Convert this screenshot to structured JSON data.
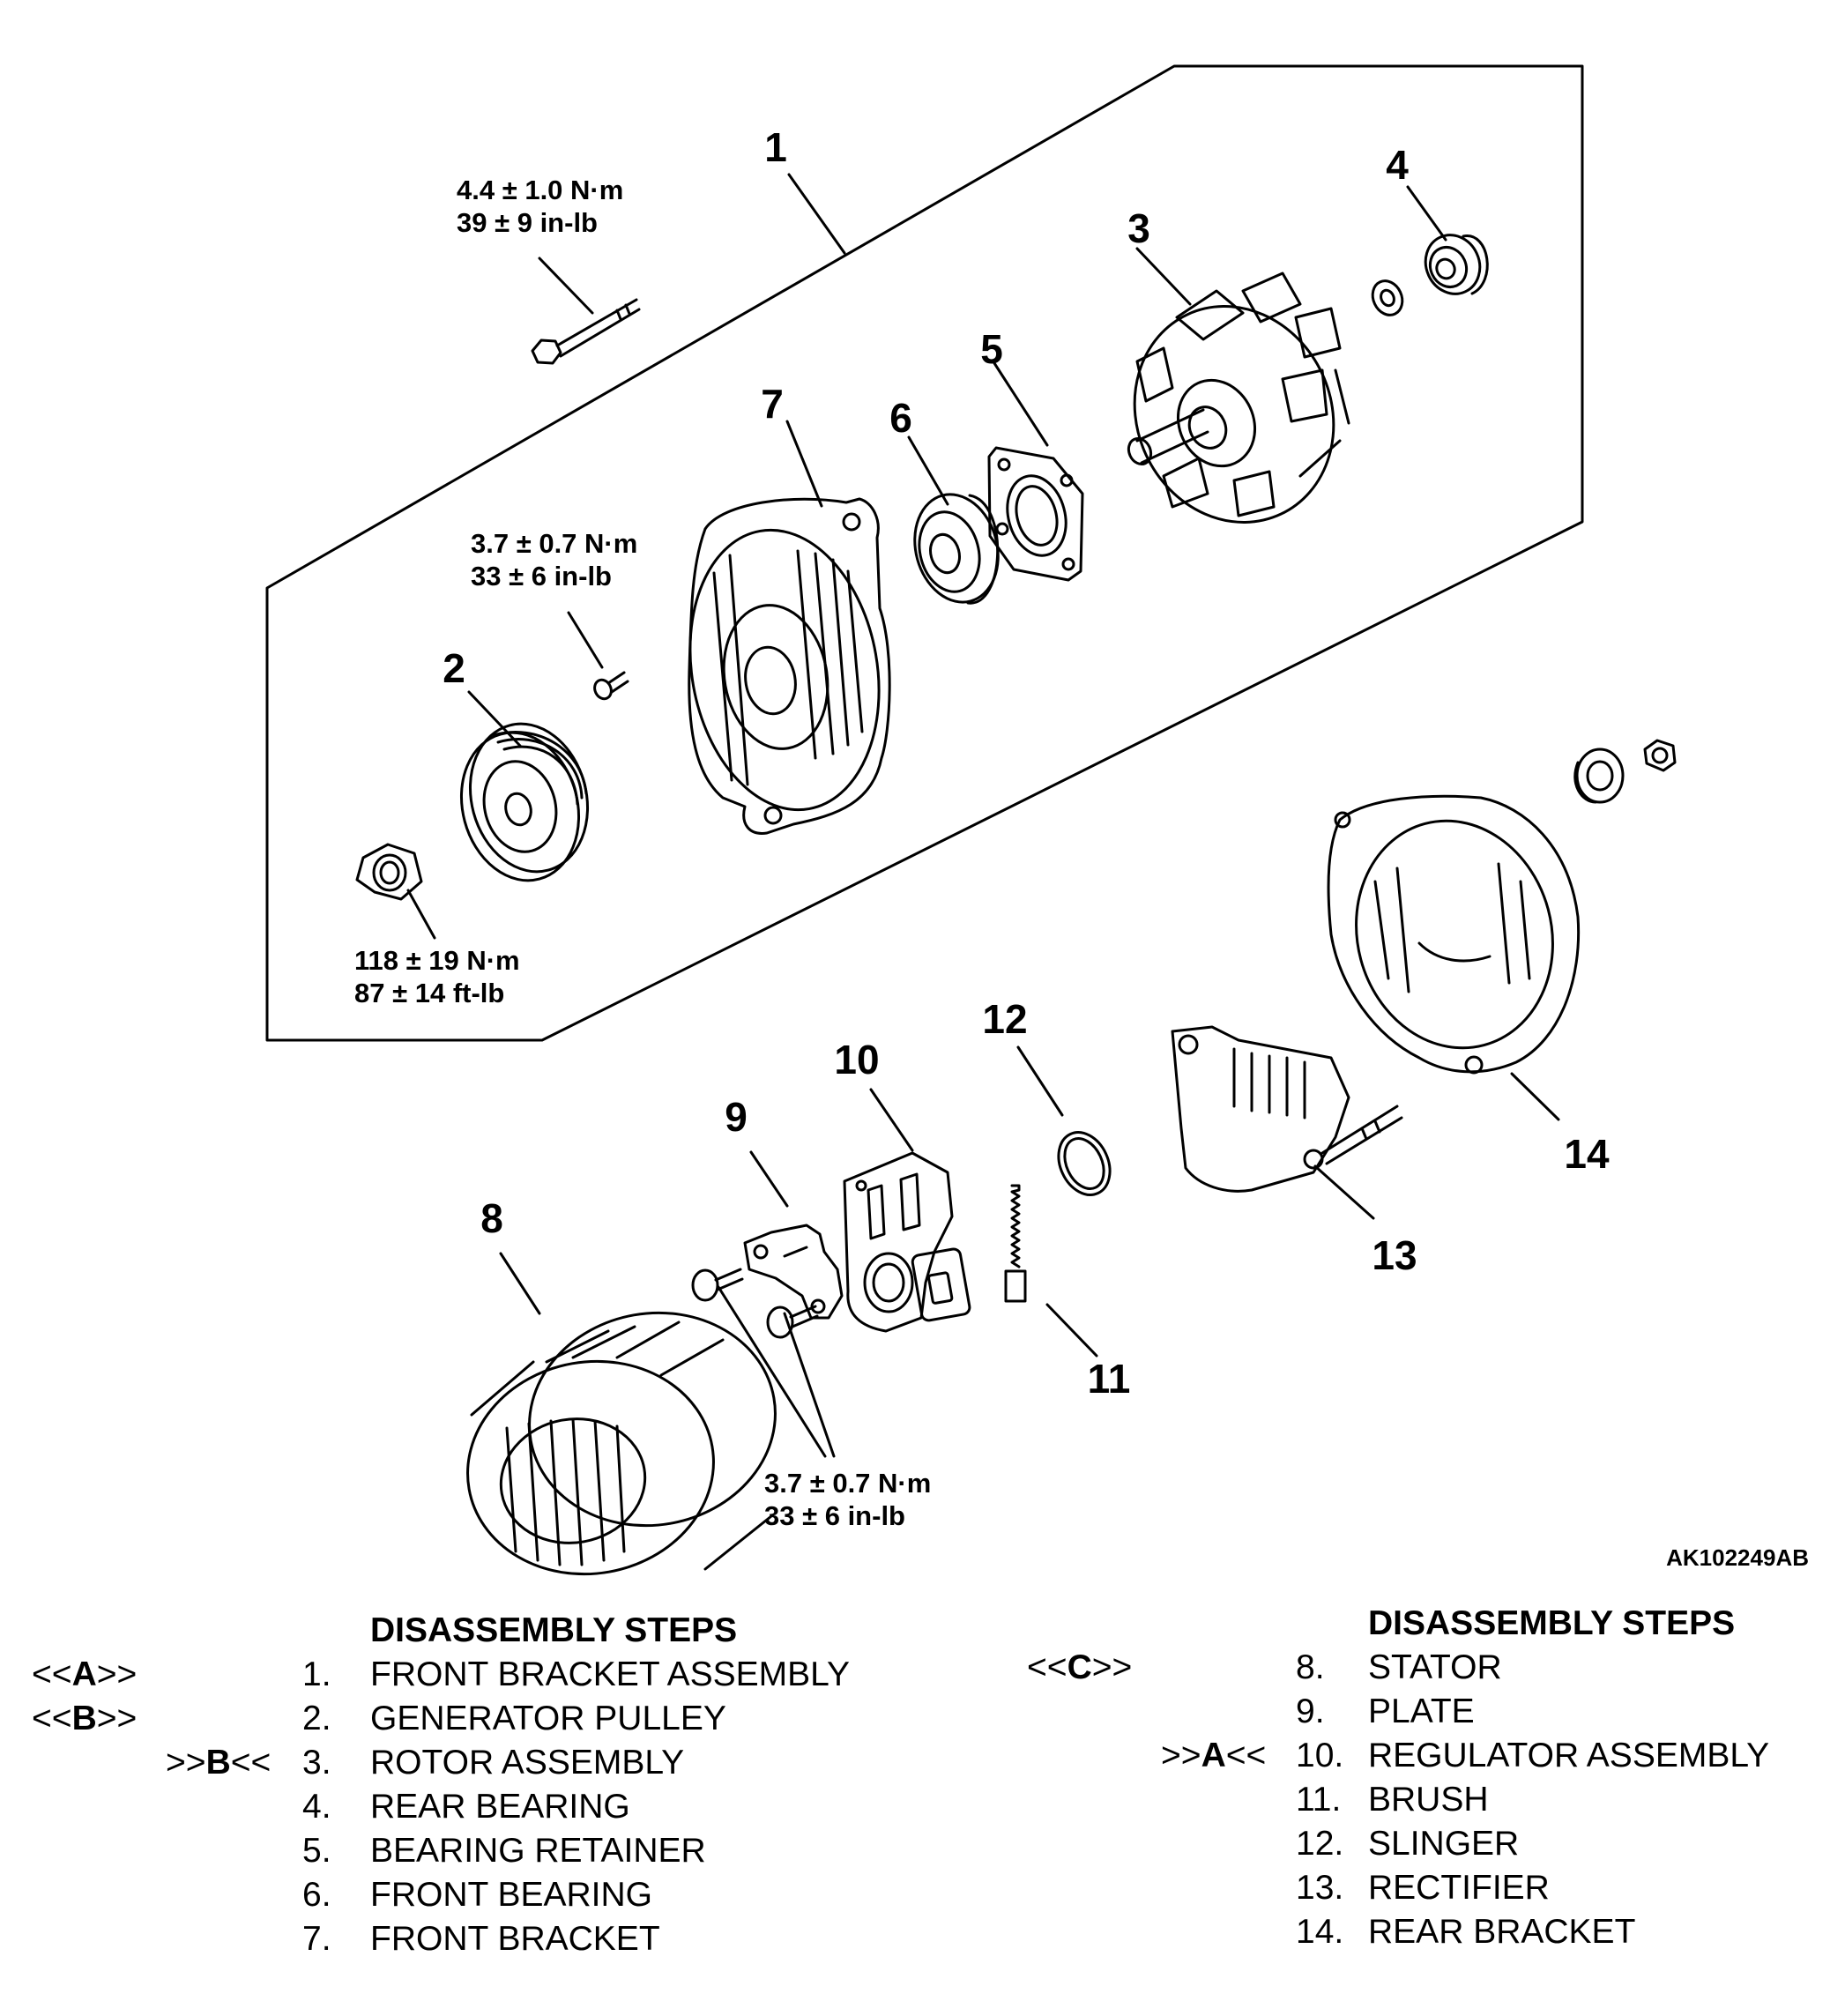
{
  "callouts": {
    "c1": "1",
    "c2": "2",
    "c3": "3",
    "c4": "4",
    "c5": "5",
    "c6": "6",
    "c7": "7",
    "c8": "8",
    "c9": "9",
    "c10": "10",
    "c11": "11",
    "c12": "12",
    "c13": "13",
    "c14": "14"
  },
  "torques": {
    "t1": {
      "nm": "4.4 ± 1.0  N·m",
      "imp": "39 ± 9 in-lb"
    },
    "t2": {
      "nm": "3.7 ± 0.7 N·m",
      "imp": "33 ± 6 in-lb"
    },
    "t3": {
      "nm": "118 ± 19 N·m",
      "imp": "87 ± 14 ft-lb"
    },
    "t4": {
      "nm": "3.7 ± 0.7 N·m",
      "imp": "33 ± 6 in-lb"
    }
  },
  "figure_id": "AK102249AB",
  "steps_left": {
    "heading": "DISASSEMBLY STEPS",
    "rows": [
      {
        "code_pre": "<<",
        "code_letter": "A",
        "code_post": ">>",
        "num": "1.",
        "label": "FRONT BRACKET ASSEMBLY"
      },
      {
        "code_pre": "<<",
        "code_letter": "B",
        "code_post": ">>",
        "num": "2.",
        "label": "GENERATOR PULLEY"
      },
      {
        "code_pre": ">>",
        "code_letter": "B",
        "code_post": "<<",
        "num": "3.",
        "label": "ROTOR ASSEMBLY"
      },
      {
        "code_pre": "",
        "code_letter": "",
        "code_post": "",
        "num": "4.",
        "label": "REAR BEARING"
      },
      {
        "code_pre": "",
        "code_letter": "",
        "code_post": "",
        "num": "5.",
        "label": "BEARING RETAINER"
      },
      {
        "code_pre": "",
        "code_letter": "",
        "code_post": "",
        "num": "6.",
        "label": "FRONT BEARING"
      },
      {
        "code_pre": "",
        "code_letter": "",
        "code_post": "",
        "num": "7.",
        "label": "FRONT BRACKET"
      }
    ]
  },
  "steps_right": {
    "heading": "DISASSEMBLY STEPS",
    "rows": [
      {
        "code_pre": "<<",
        "code_letter": "C",
        "code_post": ">>",
        "num": "8.",
        "label": "STATOR"
      },
      {
        "code_pre": "",
        "code_letter": "",
        "code_post": "",
        "num": "9.",
        "label": "PLATE"
      },
      {
        "code_pre": ">>",
        "code_letter": "A",
        "code_post": "<<",
        "num": "10.",
        "label": "REGULATOR ASSEMBLY"
      },
      {
        "code_pre": "",
        "code_letter": "",
        "code_post": "",
        "num": "11.",
        "label": "BRUSH"
      },
      {
        "code_pre": "",
        "code_letter": "",
        "code_post": "",
        "num": "12.",
        "label": "SLINGER"
      },
      {
        "code_pre": "",
        "code_letter": "",
        "code_post": "",
        "num": "13.",
        "label": "RECTIFIER"
      },
      {
        "code_pre": "",
        "code_letter": "",
        "code_post": "",
        "num": "14.",
        "label": "REAR BRACKET"
      }
    ]
  }
}
